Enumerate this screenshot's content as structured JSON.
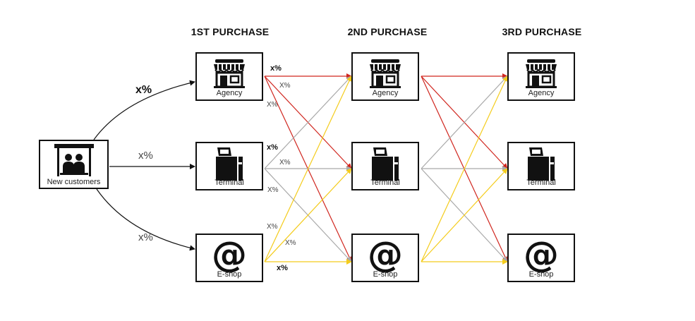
{
  "columns": [
    "1ST PURCHASE",
    "2ND PURCHASE",
    "3RD PURCHASE"
  ],
  "start_node": {
    "label": "New customers",
    "icon": "waiting-customers-icon"
  },
  "channels": [
    {
      "label": "Agency",
      "icon": "store-icon"
    },
    {
      "label": "Terminal",
      "icon": "terminal-icon"
    },
    {
      "label": "E-shop",
      "icon": "at-icon",
      "glyph": "@"
    }
  ],
  "entry_labels": [
    "x%",
    "x%",
    "x%"
  ],
  "transition_labels": {
    "agency": [
      "x%",
      "X%",
      "X%"
    ],
    "terminal": [
      "x%",
      "X%",
      "X%"
    ],
    "eshop": [
      "X%",
      "X%",
      "x%"
    ]
  },
  "colors": {
    "agency_flow": "#d0261f",
    "terminal_flow": "#a9a9a9",
    "eshop_flow": "#f4cc1c",
    "entry_flow": "#111111"
  }
}
